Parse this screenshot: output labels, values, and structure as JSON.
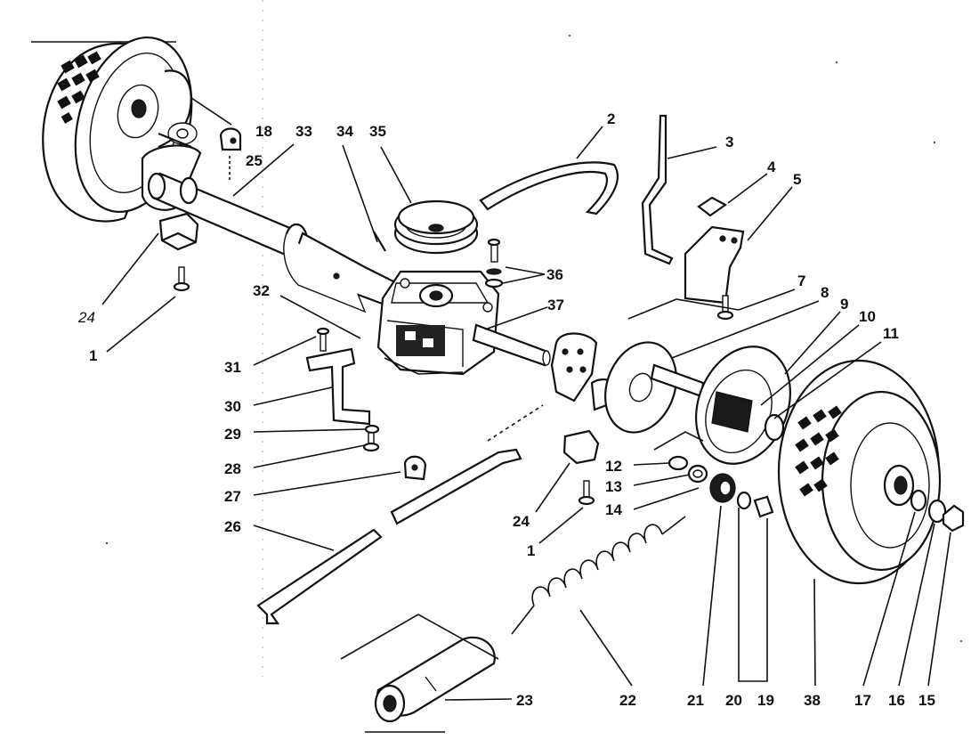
{
  "diagram": {
    "labels": [
      {
        "id": "18",
        "text": "18"
      },
      {
        "id": "25",
        "text": "25"
      },
      {
        "id": "33",
        "text": "33"
      },
      {
        "id": "34",
        "text": "34"
      },
      {
        "id": "35",
        "text": "35"
      },
      {
        "id": "2",
        "text": "2"
      },
      {
        "id": "3",
        "text": "3"
      },
      {
        "id": "4",
        "text": "4"
      },
      {
        "id": "5",
        "text": "5"
      },
      {
        "id": "36",
        "text": "36"
      },
      {
        "id": "7",
        "text": "7"
      },
      {
        "id": "8",
        "text": "8"
      },
      {
        "id": "9",
        "text": "9"
      },
      {
        "id": "10",
        "text": "10"
      },
      {
        "id": "11",
        "text": "11"
      },
      {
        "id": "24a",
        "text": "24"
      },
      {
        "id": "1a",
        "text": "1"
      },
      {
        "id": "32",
        "text": "32"
      },
      {
        "id": "37",
        "text": "37"
      },
      {
        "id": "31",
        "text": "31"
      },
      {
        "id": "30",
        "text": "30"
      },
      {
        "id": "29",
        "text": "29"
      },
      {
        "id": "28",
        "text": "28"
      },
      {
        "id": "27",
        "text": "27"
      },
      {
        "id": "12",
        "text": "12"
      },
      {
        "id": "13",
        "text": "13"
      },
      {
        "id": "14",
        "text": "14"
      },
      {
        "id": "24b",
        "text": "24"
      },
      {
        "id": "1b",
        "text": "1"
      },
      {
        "id": "26",
        "text": "26"
      },
      {
        "id": "23",
        "text": "23"
      },
      {
        "id": "22",
        "text": "22"
      },
      {
        "id": "21",
        "text": "21"
      },
      {
        "id": "20",
        "text": "20"
      },
      {
        "id": "19",
        "text": "19"
      },
      {
        "id": "38",
        "text": "38"
      },
      {
        "id": "17",
        "text": "17"
      },
      {
        "id": "16",
        "text": "16"
      },
      {
        "id": "15",
        "text": "15"
      }
    ]
  }
}
